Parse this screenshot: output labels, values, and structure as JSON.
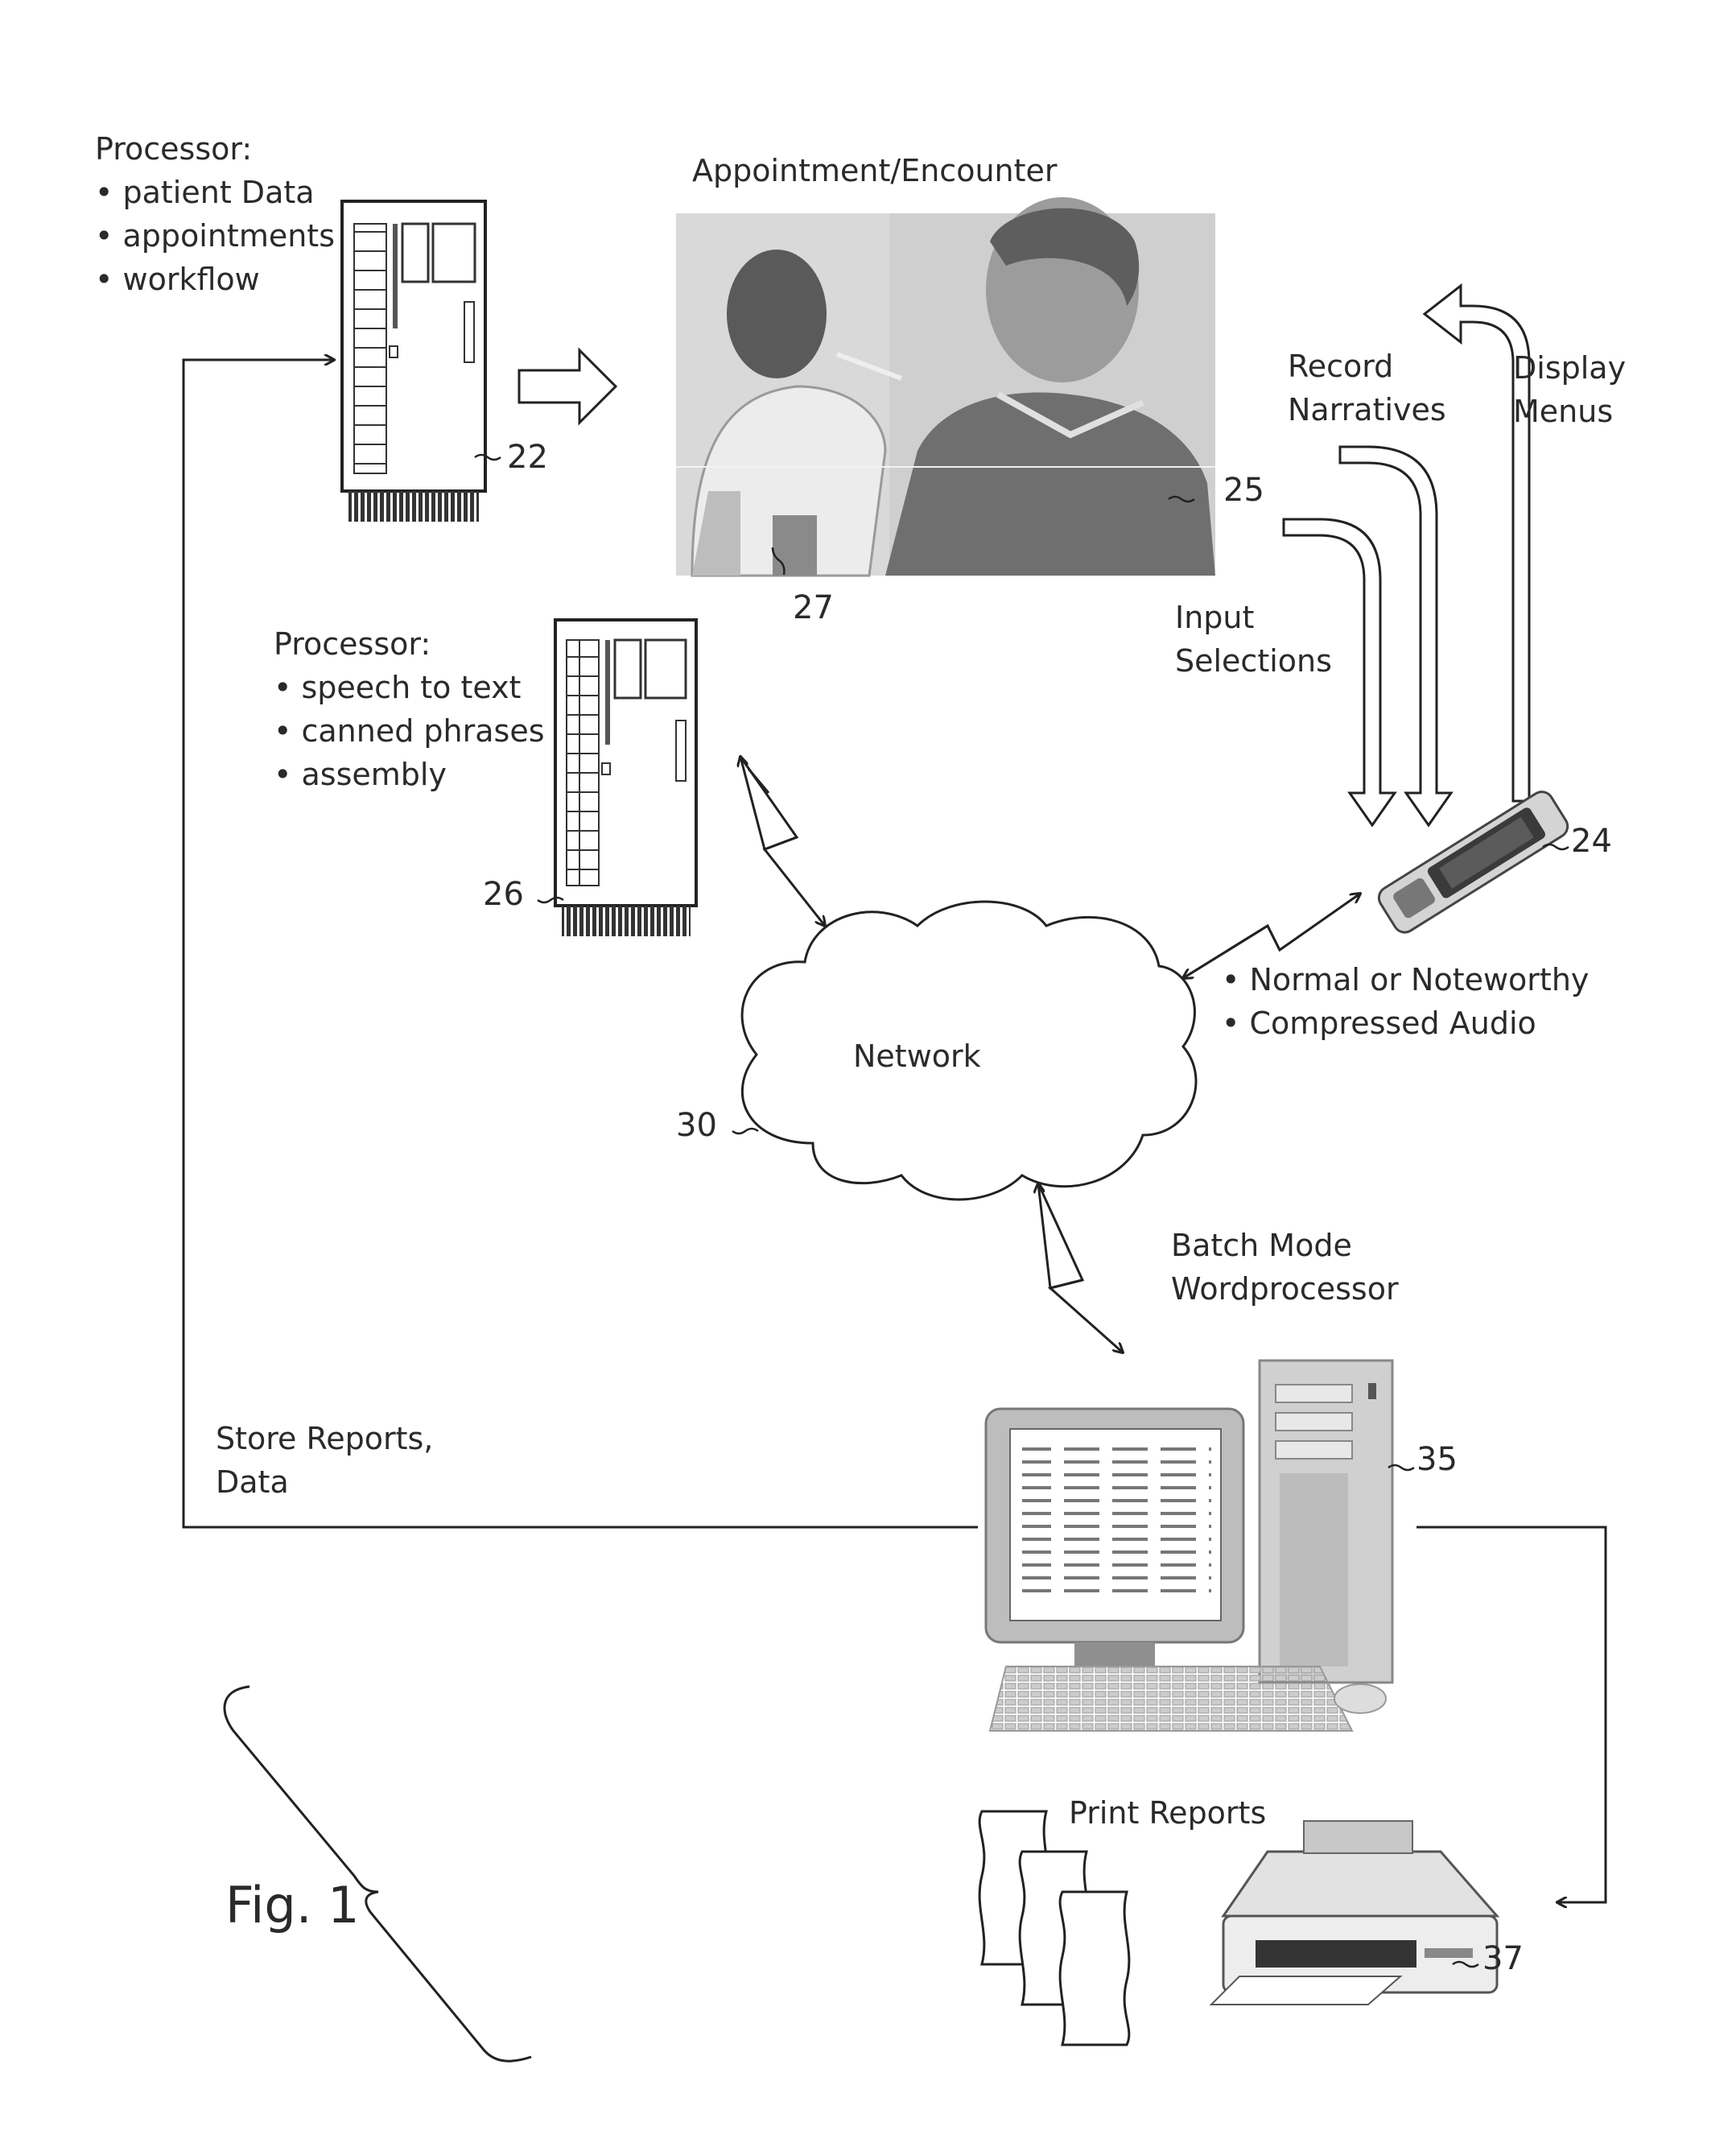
{
  "processor1": {
    "title": "Processor:",
    "items": [
      "patient Data",
      "appointments",
      "workflow"
    ]
  },
  "processor2": {
    "title": "Processor:",
    "items": [
      "speech to text",
      "canned phrases",
      "assembly"
    ]
  },
  "encounter_title": "Appointment/Encounter",
  "labels": {
    "record": [
      "Record",
      "Narratives"
    ],
    "display": [
      "Display",
      "Menus"
    ],
    "input": [
      "Input",
      "Selections"
    ],
    "network": "Network",
    "batch": [
      "Batch Mode",
      "Wordprocessor"
    ],
    "store": [
      "Store Reports,",
      "Data"
    ],
    "print": "Print Reports",
    "transmit_items": [
      "Normal or Noteworthy",
      "Compressed Audio"
    ]
  },
  "refs": {
    "r22": "22",
    "r24": "24",
    "r25": "25",
    "r26": "26",
    "r27": "27",
    "r30": "30",
    "r35": "35",
    "r37": "37"
  },
  "figure_label": "Fig. 1",
  "icons": [
    "server-icon",
    "server-icon",
    "encounter-illustration",
    "handheld-device-icon",
    "network-cloud-icon",
    "desktop-computer-icon",
    "printer-icon",
    "report-pages-icon"
  ]
}
